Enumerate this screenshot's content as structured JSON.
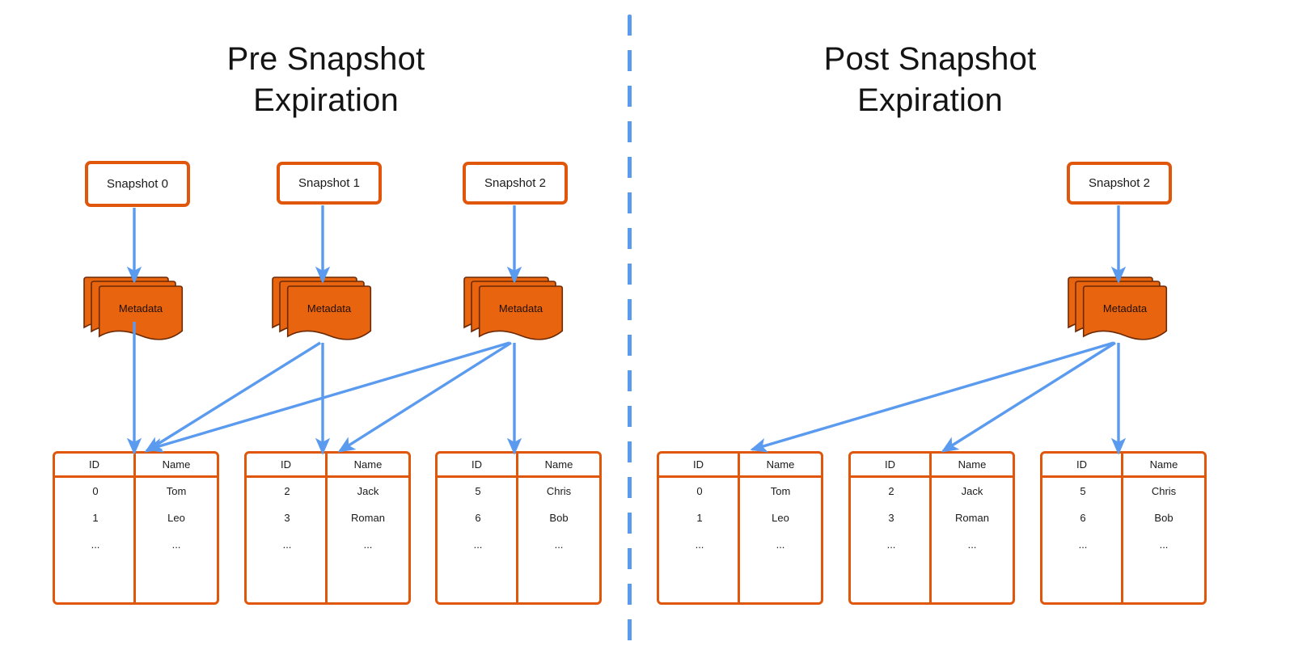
{
  "colors": {
    "orange": "#E0570C",
    "orange_fill": "#E8640F",
    "blue": "#5B9BEF",
    "text": "#1a1a1a",
    "background": "#ffffff"
  },
  "panels": [
    {
      "id": "pre",
      "title": "Pre Snapshot\nExpiration",
      "snapshots": [
        {
          "label": "Snapshot 0"
        },
        {
          "label": "Snapshot 1"
        },
        {
          "label": "Snapshot 2"
        }
      ],
      "metadata": [
        {
          "label": "Metadata"
        },
        {
          "label": "Metadata"
        },
        {
          "label": "Metadata"
        }
      ],
      "tables": [
        {
          "headers": [
            "ID",
            "Name"
          ],
          "rows": [
            [
              "0",
              "Tom"
            ],
            [
              "1",
              "Leo"
            ],
            [
              "...",
              "..."
            ]
          ]
        },
        {
          "headers": [
            "ID",
            "Name"
          ],
          "rows": [
            [
              "2",
              "Jack"
            ],
            [
              "3",
              "Roman"
            ],
            [
              "...",
              "..."
            ]
          ]
        },
        {
          "headers": [
            "ID",
            "Name"
          ],
          "rows": [
            [
              "5",
              "Chris"
            ],
            [
              "6",
              "Bob"
            ],
            [
              "...",
              "..."
            ]
          ]
        }
      ]
    },
    {
      "id": "post",
      "title": "Post Snapshot\nExpiration",
      "snapshots": [
        {
          "label": "Snapshot 2"
        }
      ],
      "metadata": [
        {
          "label": "Metadata"
        }
      ],
      "tables": [
        {
          "headers": [
            "ID",
            "Name"
          ],
          "rows": [
            [
              "0",
              "Tom"
            ],
            [
              "1",
              "Leo"
            ],
            [
              "...",
              "..."
            ]
          ]
        },
        {
          "headers": [
            "ID",
            "Name"
          ],
          "rows": [
            [
              "2",
              "Jack"
            ],
            [
              "3",
              "Roman"
            ],
            [
              "...",
              "..."
            ]
          ]
        },
        {
          "headers": [
            "ID",
            "Name"
          ],
          "rows": [
            [
              "5",
              "Chris"
            ],
            [
              "6",
              "Bob"
            ],
            [
              "...",
              "..."
            ]
          ]
        }
      ]
    }
  ],
  "divider": {
    "style": "dashed-vertical"
  }
}
